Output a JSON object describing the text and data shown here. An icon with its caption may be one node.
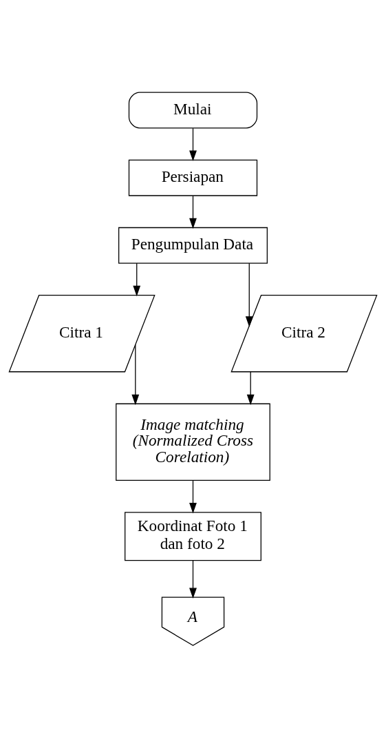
{
  "diagram": {
    "nodes": [
      {
        "text": [
          "Mulai"
        ]
      },
      {
        "text": [
          "Persiapan"
        ]
      },
      {
        "text": [
          "Pengumpulan Data"
        ]
      },
      {
        "text": [
          "Citra 1"
        ]
      },
      {
        "text": [
          "Citra 2"
        ]
      },
      {
        "text": [
          "Image matching (Normalized Cross Corelation)"
        ]
      },
      {
        "text": [
          "Koordinat Foto 1 dan foto 2"
        ]
      },
      {
        "text": [
          "A"
        ]
      }
    ],
    "edges": [
      {
        "from": 0,
        "to": 1,
        "arrow": "to"
      },
      {
        "from": 1,
        "to": 2,
        "arrow": "to"
      },
      {
        "from": 2,
        "to": 3,
        "arrow": "to"
      },
      {
        "from": 2,
        "to": 4,
        "arrow": "to"
      },
      {
        "from": 3,
        "to": 5,
        "arrow": "to"
      },
      {
        "from": 4,
        "to": 5,
        "arrow": "to"
      },
      {
        "from": 5,
        "to": 6,
        "arrow": "to"
      },
      {
        "from": 6,
        "to": 7,
        "arrow": "to"
      }
    ]
  }
}
